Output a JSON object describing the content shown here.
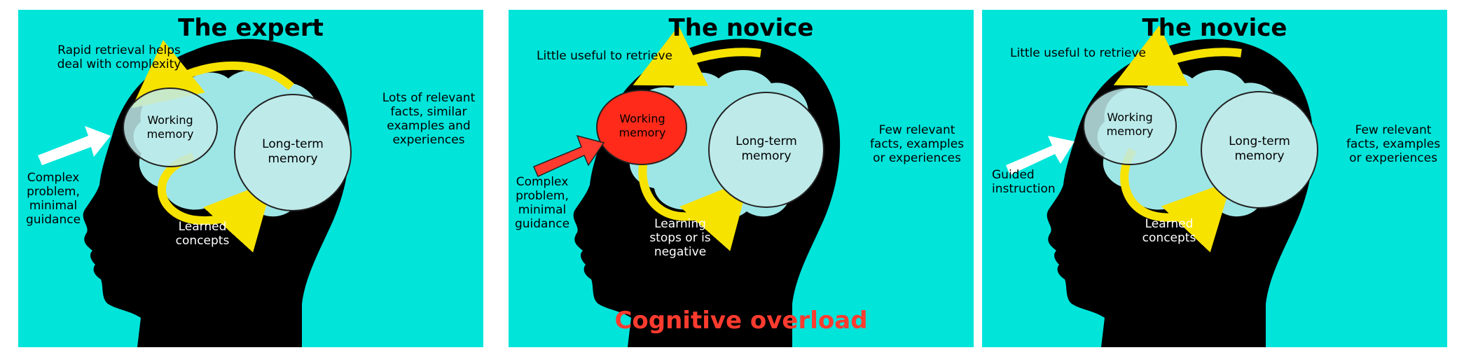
{
  "panels": [
    {
      "title": "The expert",
      "top_label": "Rapid retrieval helps deal with complexity",
      "working_memory": "Working memory",
      "long_term_memory": "Long-term memory",
      "right_label": "Lots of relevant facts, similar examples and experiences",
      "input_label": "Complex problem, minimal guidance",
      "bottom_label": "Learned concepts",
      "colors": {
        "background": "#00e4da",
        "working_memory_fill": "#bfeaea",
        "arrow": "#ffffff"
      }
    },
    {
      "title": "The novice",
      "top_label": "Little useful to retrieve",
      "working_memory": "Working memory",
      "long_term_memory": "Long-term memory",
      "right_label": "Few relevant facts, examples or experiences",
      "input_label": "Complex problem, minimal guidance",
      "bottom_label": "Learning stops or is negative",
      "overload_label": "Cognitive overload",
      "colors": {
        "background": "#00e4da",
        "working_memory_fill": "#ff2a1a",
        "arrow": "#ff3b2f"
      }
    },
    {
      "title": "The novice",
      "top_label": "Little useful to retrieve",
      "working_memory": "Working memory",
      "long_term_memory": "Long-term memory",
      "right_label": "Few relevant facts, examples or experiences",
      "input_label": "Guided instruction",
      "bottom_label": "Learned concepts",
      "colors": {
        "background": "#00e4da",
        "working_memory_fill": "#bfeaea",
        "arrow": "#ffffff"
      }
    }
  ]
}
